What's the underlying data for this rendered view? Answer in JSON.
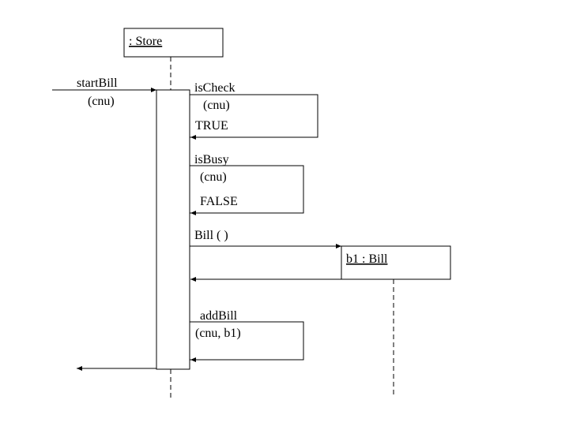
{
  "objects": {
    "store": {
      "label": ": Store"
    },
    "bill": {
      "label": "b1 : Bill"
    }
  },
  "messages": {
    "start_bill": {
      "name": "startBill",
      "args": "(cnu)"
    },
    "is_check": {
      "name": "isCheck",
      "args": "(cnu)",
      "return": "TRUE"
    },
    "is_busy": {
      "name": "isBusy",
      "args": "(cnu)",
      "return": "FALSE"
    },
    "create_bill": {
      "name": "Bill ( )"
    },
    "add_bill": {
      "name": "addBill",
      "args": "(cnu, b1)"
    }
  },
  "colors": {
    "stroke": "#000000",
    "background": "#ffffff"
  }
}
